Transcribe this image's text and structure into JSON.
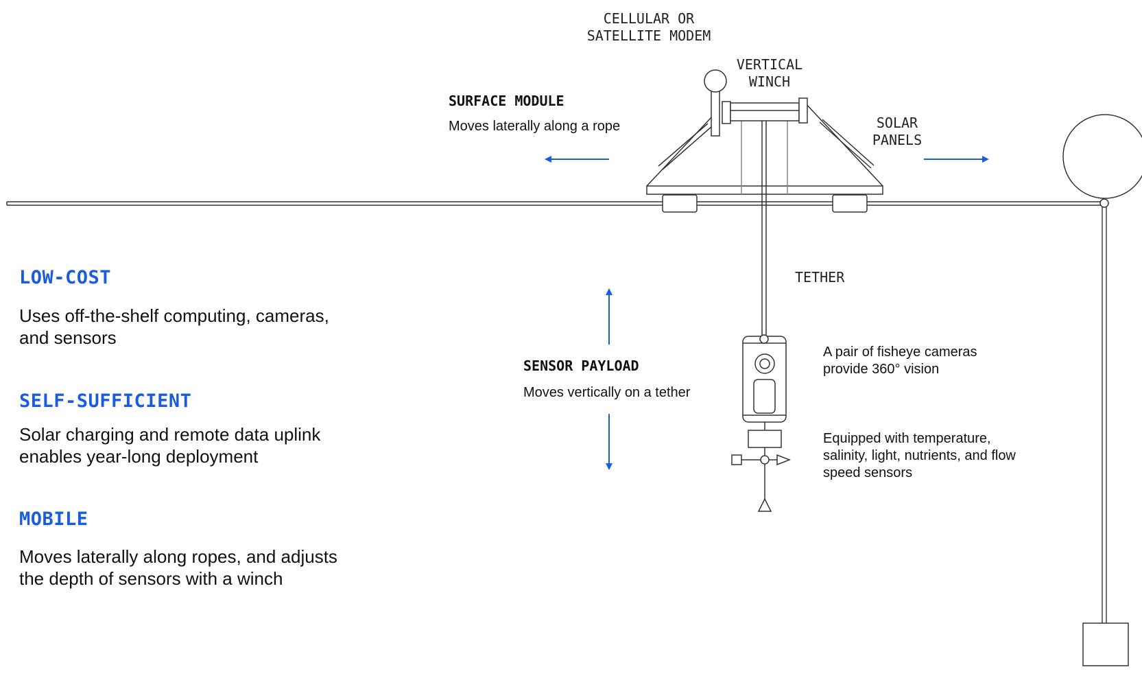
{
  "colors": {
    "accent": "#1a5ce0",
    "line": "#333333",
    "text": "#111111"
  },
  "labels": {
    "modem": "CELLULAR OR\nSATELLITE MODEM",
    "winch": "VERTICAL\nWINCH",
    "solar": "SOLAR\nPANELS",
    "tether": "TETHER"
  },
  "surface_module": {
    "title": "SURFACE MODULE",
    "description": "Moves laterally along a rope"
  },
  "sensor_payload": {
    "title": "SENSOR PAYLOAD",
    "description": "Moves vertically on a tether"
  },
  "annotations": {
    "cameras": "A pair of fisheye cameras\nprovide 360° vision",
    "sensors": "Equipped with temperature,\nsalinity, light, nutrients, and flow\nspeed sensors"
  },
  "features": [
    {
      "title": "LOW-COST",
      "text": "Uses off-the-shelf computing, cameras,\nand sensors"
    },
    {
      "title": "SELF-SUFFICIENT",
      "text": "Solar charging and remote data uplink\nenables year-long deployment"
    },
    {
      "title": "MOBILE",
      "text": "Moves laterally along ropes, and adjusts\nthe depth of sensors with a winch"
    }
  ]
}
